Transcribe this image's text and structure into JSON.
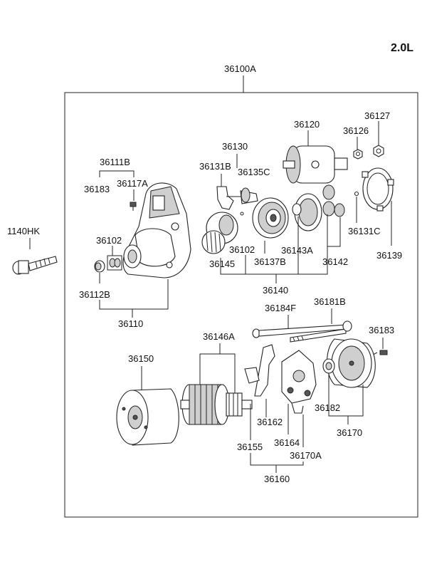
{
  "engine": "2.0L",
  "labels": {
    "l_36100A": "36100A",
    "l_36120": "36120",
    "l_36127": "36127",
    "l_36126": "36126",
    "l_36130": "36130",
    "l_36131B": "36131B",
    "l_36135C": "36135C",
    "l_36111B": "36111B",
    "l_36183a": "36183",
    "l_36117A": "36117A",
    "l_1140HK": "1140HK",
    "l_36102a": "36102",
    "l_36102b": "36102",
    "l_36145": "36145",
    "l_36137B": "36137B",
    "l_36143A": "36143A",
    "l_36142": "36142",
    "l_36131C": "36131C",
    "l_36139": "36139",
    "l_36112B": "36112B",
    "l_36140": "36140",
    "l_36110": "36110",
    "l_36184F": "36184F",
    "l_36181B": "36181B",
    "l_36183b": "36183",
    "l_36146A": "36146A",
    "l_36150": "36150",
    "l_36162": "36162",
    "l_36164": "36164",
    "l_36182": "36182",
    "l_36170": "36170",
    "l_36155": "36155",
    "l_36170A": "36170A",
    "l_36160": "36160"
  }
}
